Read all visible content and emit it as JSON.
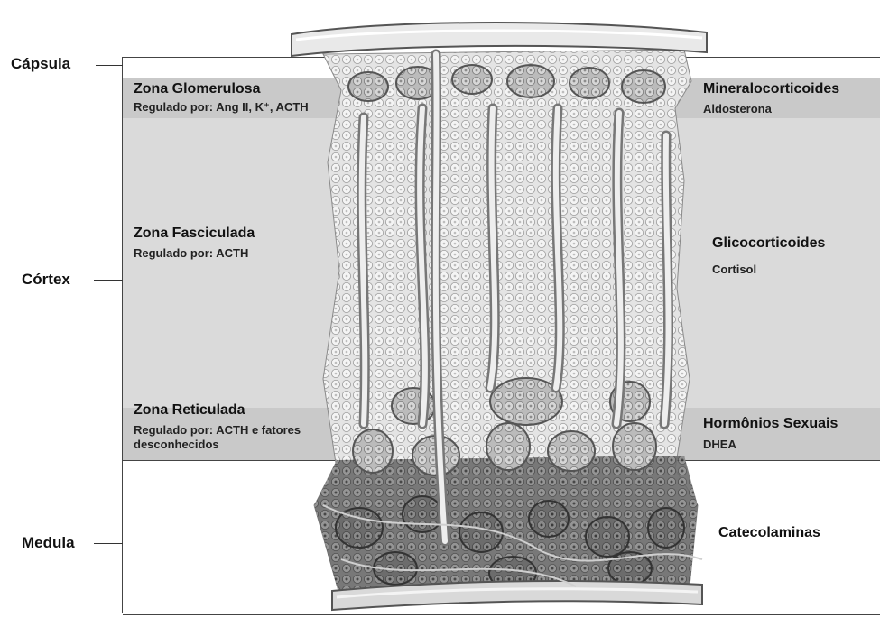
{
  "layers": {
    "capsule": "Cápsula",
    "cortex": "Córtex",
    "medulla": "Medula"
  },
  "zones": {
    "glomerulosa": {
      "name": "Zona Glomerulosa",
      "regulation": "Regulado por: Ang II, K⁺, ACTH"
    },
    "fasciculata": {
      "name": "Zona Fasciculada",
      "regulation": "Regulado por: ACTH"
    },
    "reticularis": {
      "name": "Zona Reticulada",
      "regulation": "Regulado por: ACTH e fatores desconhecidos"
    }
  },
  "hormones": {
    "glomerulosa": {
      "class": "Mineralocorticoides",
      "example": "Aldosterona"
    },
    "fasciculata": {
      "class": "Glicocorticoides",
      "example": "Cortisol"
    },
    "reticularis": {
      "class": "Hormônios Sexuais",
      "example": "DHEA"
    },
    "medulla": {
      "class": "Catecolaminas"
    }
  }
}
